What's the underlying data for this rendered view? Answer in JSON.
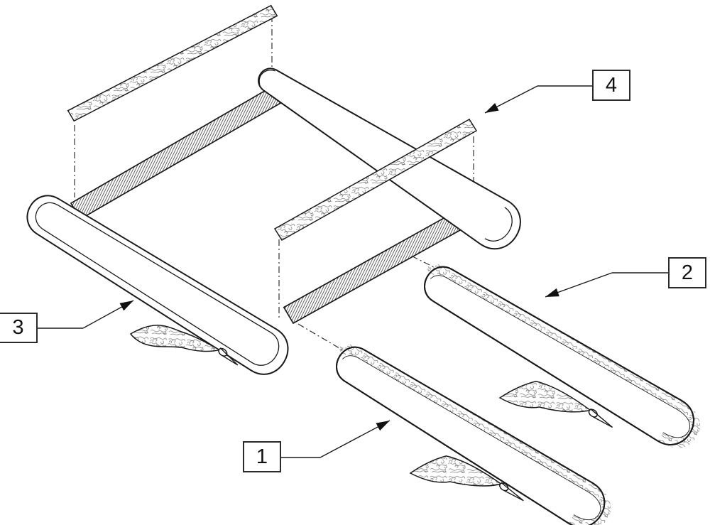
{
  "diagram": {
    "callouts": [
      {
        "number": "1"
      },
      {
        "number": "2"
      },
      {
        "number": "3"
      },
      {
        "number": "4"
      }
    ],
    "colors": {
      "line": "#1a1a1a",
      "background": "#ffffff",
      "texture_scribble": "#858585",
      "hatch": "#4a4a4a"
    }
  }
}
